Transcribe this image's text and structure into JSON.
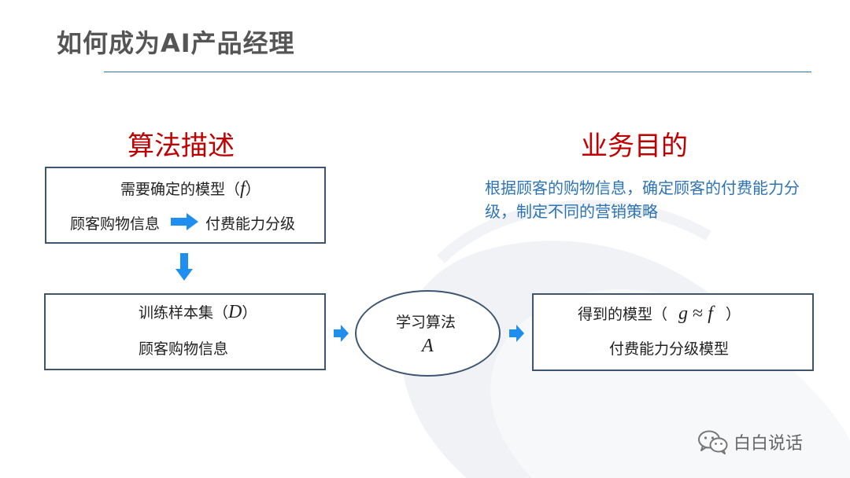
{
  "slide": {
    "title": "如何成为AI产品经理"
  },
  "left": {
    "heading": "算法描述",
    "model_box": {
      "label": "需要确定的模型（",
      "symbol": "f",
      "close": "）",
      "input": "顾客购物信息",
      "output": "付费能力分级"
    },
    "train_box": {
      "label": "训练样本集（",
      "symbol": "D",
      "close": "）",
      "sub": "顾客购物信息"
    }
  },
  "center": {
    "label": "学习算法",
    "symbol": "A"
  },
  "right": {
    "heading": "业务目的",
    "description": "根据顾客的购物信息，确定顾客的付费能力分级，制定不同的营销策略",
    "result_box": {
      "label": "得到的模型（",
      "symbol_g": "g",
      "approx": "≈",
      "symbol_f": "f",
      "close": "）",
      "sub": "付费能力分级模型"
    }
  },
  "watermark": {
    "brand": "白白说话",
    "icon": "wechat-icon"
  },
  "colors": {
    "title_gray": "#555555",
    "rule_blue": "#2e75b6",
    "heading_red": "#c00000",
    "desc_blue": "#2e74b5",
    "box_border": "#3e5570",
    "arrow_blue": "#1e8ef0"
  }
}
